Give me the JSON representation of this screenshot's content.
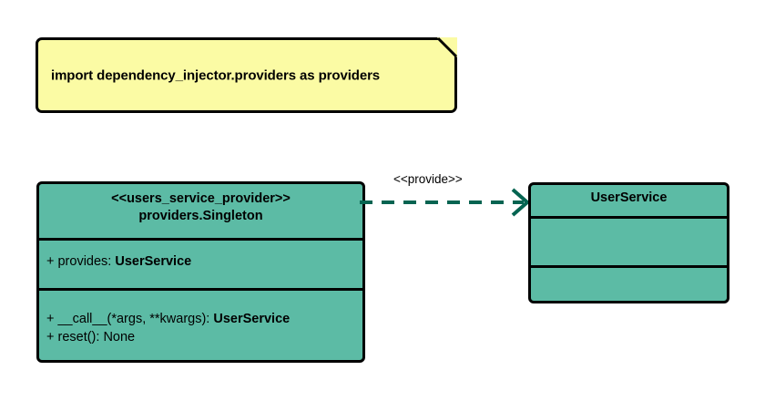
{
  "diagram": {
    "type": "uml-class-diagram",
    "background_color": "#ffffff"
  },
  "note": {
    "name": "import-note",
    "text": "import dependency_injector.providers as providers",
    "fill_color": "#fbfba4",
    "border_color": "#000000"
  },
  "classes": [
    {
      "id": "users_service_provider",
      "stereotype": "<<users_service_provider>>",
      "name": "providers.Singleton",
      "fill_color": "#5cbba5",
      "border_color": "#000000",
      "attributes": [
        {
          "visibility": "+",
          "label": "+ provides: ",
          "type": "UserService"
        }
      ],
      "methods": [
        {
          "visibility": "+",
          "label": "+ __call__(*args, **kwargs): ",
          "type": "UserService"
        },
        {
          "visibility": "+",
          "label": "+ reset(): None",
          "type": ""
        }
      ]
    },
    {
      "id": "user_service",
      "stereotype": "",
      "name": "UserService",
      "fill_color": "#5cbba5",
      "border_color": "#000000",
      "attributes": [],
      "methods": []
    }
  ],
  "edges": [
    {
      "id": "provide-dependency",
      "label": "<<provide>>",
      "style": "dashed",
      "arrowhead": "open",
      "color": "#056451",
      "from": "users_service_provider",
      "to": "user_service"
    }
  ]
}
